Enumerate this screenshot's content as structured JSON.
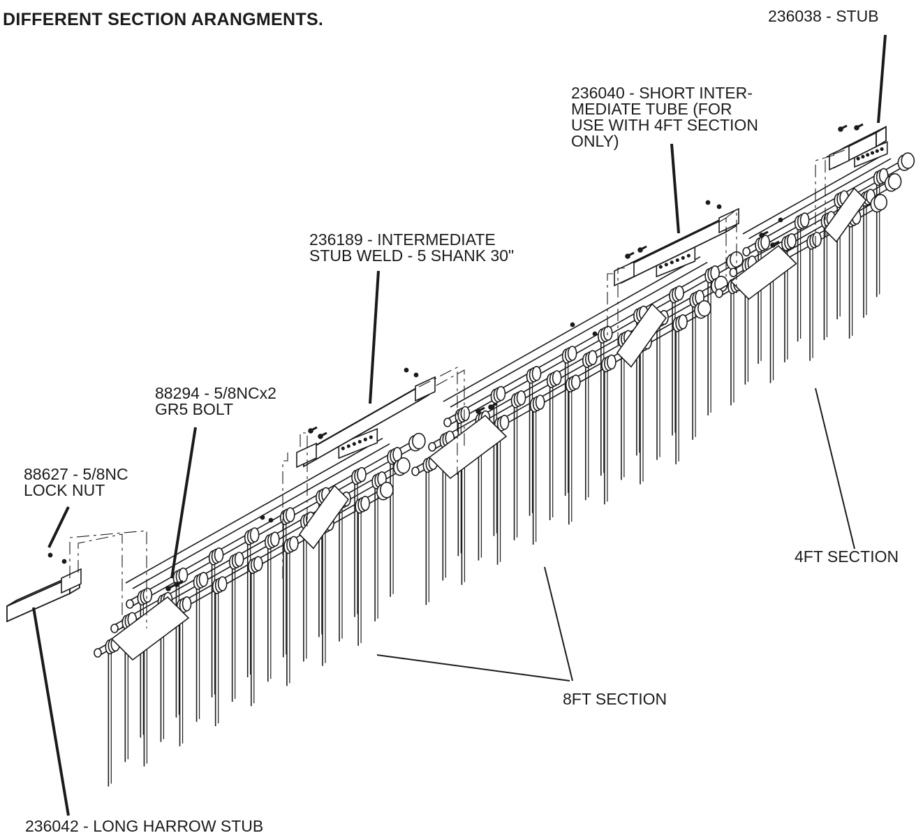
{
  "title": "DIFFERENT SECTION ARANGMENTS.",
  "callouts": {
    "stub": "236038 - STUB",
    "short_tube": "236040 - SHORT INTER-\nMEDIATE TUBE (FOR\nUSE WITH 4FT SECTION\nONLY)",
    "intermediate_stub": "236189 - INTERMEDIATE\nSTUB WELD - 5 SHANK 30\"",
    "bolt": "88294 - 5/8NCx2\nGR5 BOLT",
    "lock_nut": "88627 - 5/8NC\nLOCK NUT",
    "four_ft": "4FT SECTION",
    "eight_ft": "8FT SECTION",
    "long_stub": "236042 - LONG HARROW STUB"
  },
  "colors": {
    "ink": "#1a1a1a",
    "paper": "#ffffff"
  }
}
